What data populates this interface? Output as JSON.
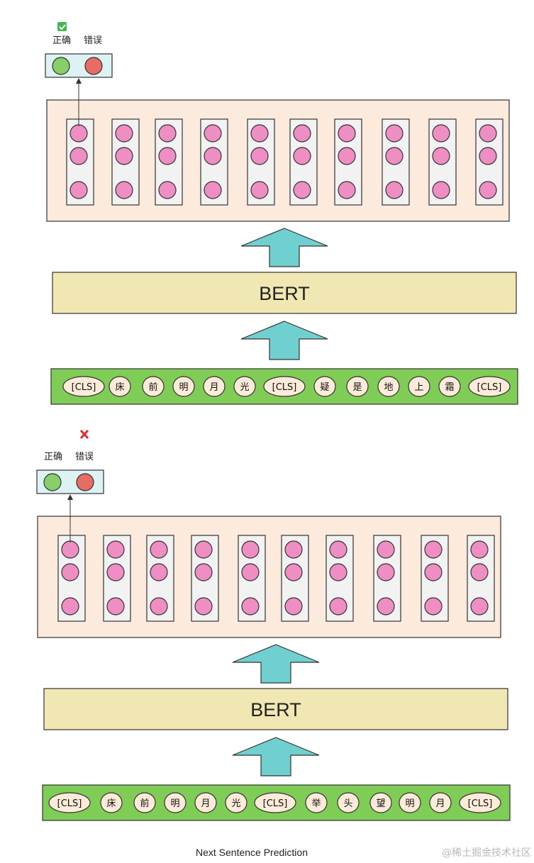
{
  "diagrams": [
    {
      "status_icon": "check-icon",
      "labels": {
        "correct": "正确",
        "wrong": "错误"
      },
      "model_label": "BERT",
      "tokens": [
        "[CLS]",
        "床",
        "前",
        "明",
        "月",
        "光",
        "[CLS]",
        "疑",
        "是",
        "地",
        "上",
        "霜",
        "[CLS]"
      ]
    },
    {
      "status_icon": "cross-icon",
      "labels": {
        "correct": "正确",
        "wrong": "错误"
      },
      "model_label": "BERT",
      "tokens": [
        "[CLS]",
        "床",
        "前",
        "明",
        "月",
        "光",
        "[CLS]",
        "举",
        "头",
        "望",
        "明",
        "月",
        "[CLS]"
      ]
    }
  ],
  "caption": "Next Sentence Prediction",
  "watermark": "@稀土掘金技术社区",
  "colors": {
    "node_pink": "#ee8ec3",
    "correct_green": "#88cf6a",
    "wrong_red": "#e66c64",
    "output_panel": "#fcebdc",
    "bert_box": "#f1e7b3",
    "input_bar": "#7fcc57",
    "arrow_teal": "#70d0d0",
    "result_box": "#ddf2f2",
    "token_pill": "#fdebd9"
  }
}
